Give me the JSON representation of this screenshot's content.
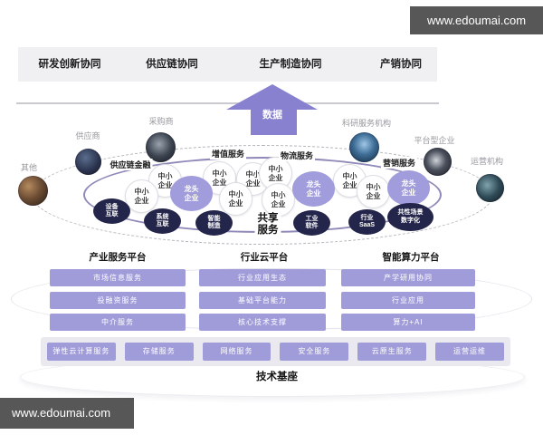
{
  "watermark": {
    "text": "www.edoumai.com"
  },
  "header": {
    "items": [
      "研发创新协同",
      "供应链协同",
      "生产制造协同",
      "产销协同"
    ]
  },
  "arrow": {
    "label": "数据"
  },
  "ecosystem": {
    "actors": [
      {
        "label": "其他"
      },
      {
        "label": "供应商"
      },
      {
        "label": "采购商"
      },
      {
        "label": "科研服务机构"
      },
      {
        "label": "平台型企业"
      },
      {
        "label": "运营机构"
      }
    ],
    "service_labels": {
      "supply_chain_finance": "供应链金融",
      "value_added": "增值服务",
      "logistics": "物流服务",
      "marketing": "营销服务"
    },
    "sme": {
      "line1": "中小",
      "line2": "企业"
    },
    "leader": {
      "line1": "龙头",
      "line2": "企业"
    },
    "capabilities": [
      {
        "line1": "设备",
        "line2": "互联"
      },
      {
        "line1": "系统",
        "line2": "互联"
      },
      {
        "line1": "智能",
        "line2": "制造"
      },
      {
        "line1": "工业",
        "line2": "软件"
      },
      {
        "line1": "行业",
        "line2": "SaaS"
      },
      {
        "line1": "共性场景",
        "line2": "数字化"
      }
    ],
    "center": {
      "line1": "共享",
      "line2": "服务"
    }
  },
  "platforms": [
    {
      "title": "产业服务平台",
      "items": [
        "市场信息服务",
        "投融资服务",
        "中介服务"
      ]
    },
    {
      "title": "行业云平台",
      "items": [
        "行业应用生态",
        "基础平台能力",
        "核心技术支撑"
      ]
    },
    {
      "title": "智能算力平台",
      "items": [
        "产学研用协同",
        "行业应用",
        "算力+AI"
      ]
    }
  ],
  "foundation": {
    "title": "技术基座",
    "items": [
      "弹性云计算服务",
      "存储服务",
      "网络服务",
      "安全服务",
      "云原生服务",
      "运营运维"
    ]
  },
  "colors": {
    "accent_purple": "#8781cf",
    "bubble_purple": "#a19cdb",
    "dark_navy": "#24254a",
    "watermark_gray": "#575757"
  }
}
